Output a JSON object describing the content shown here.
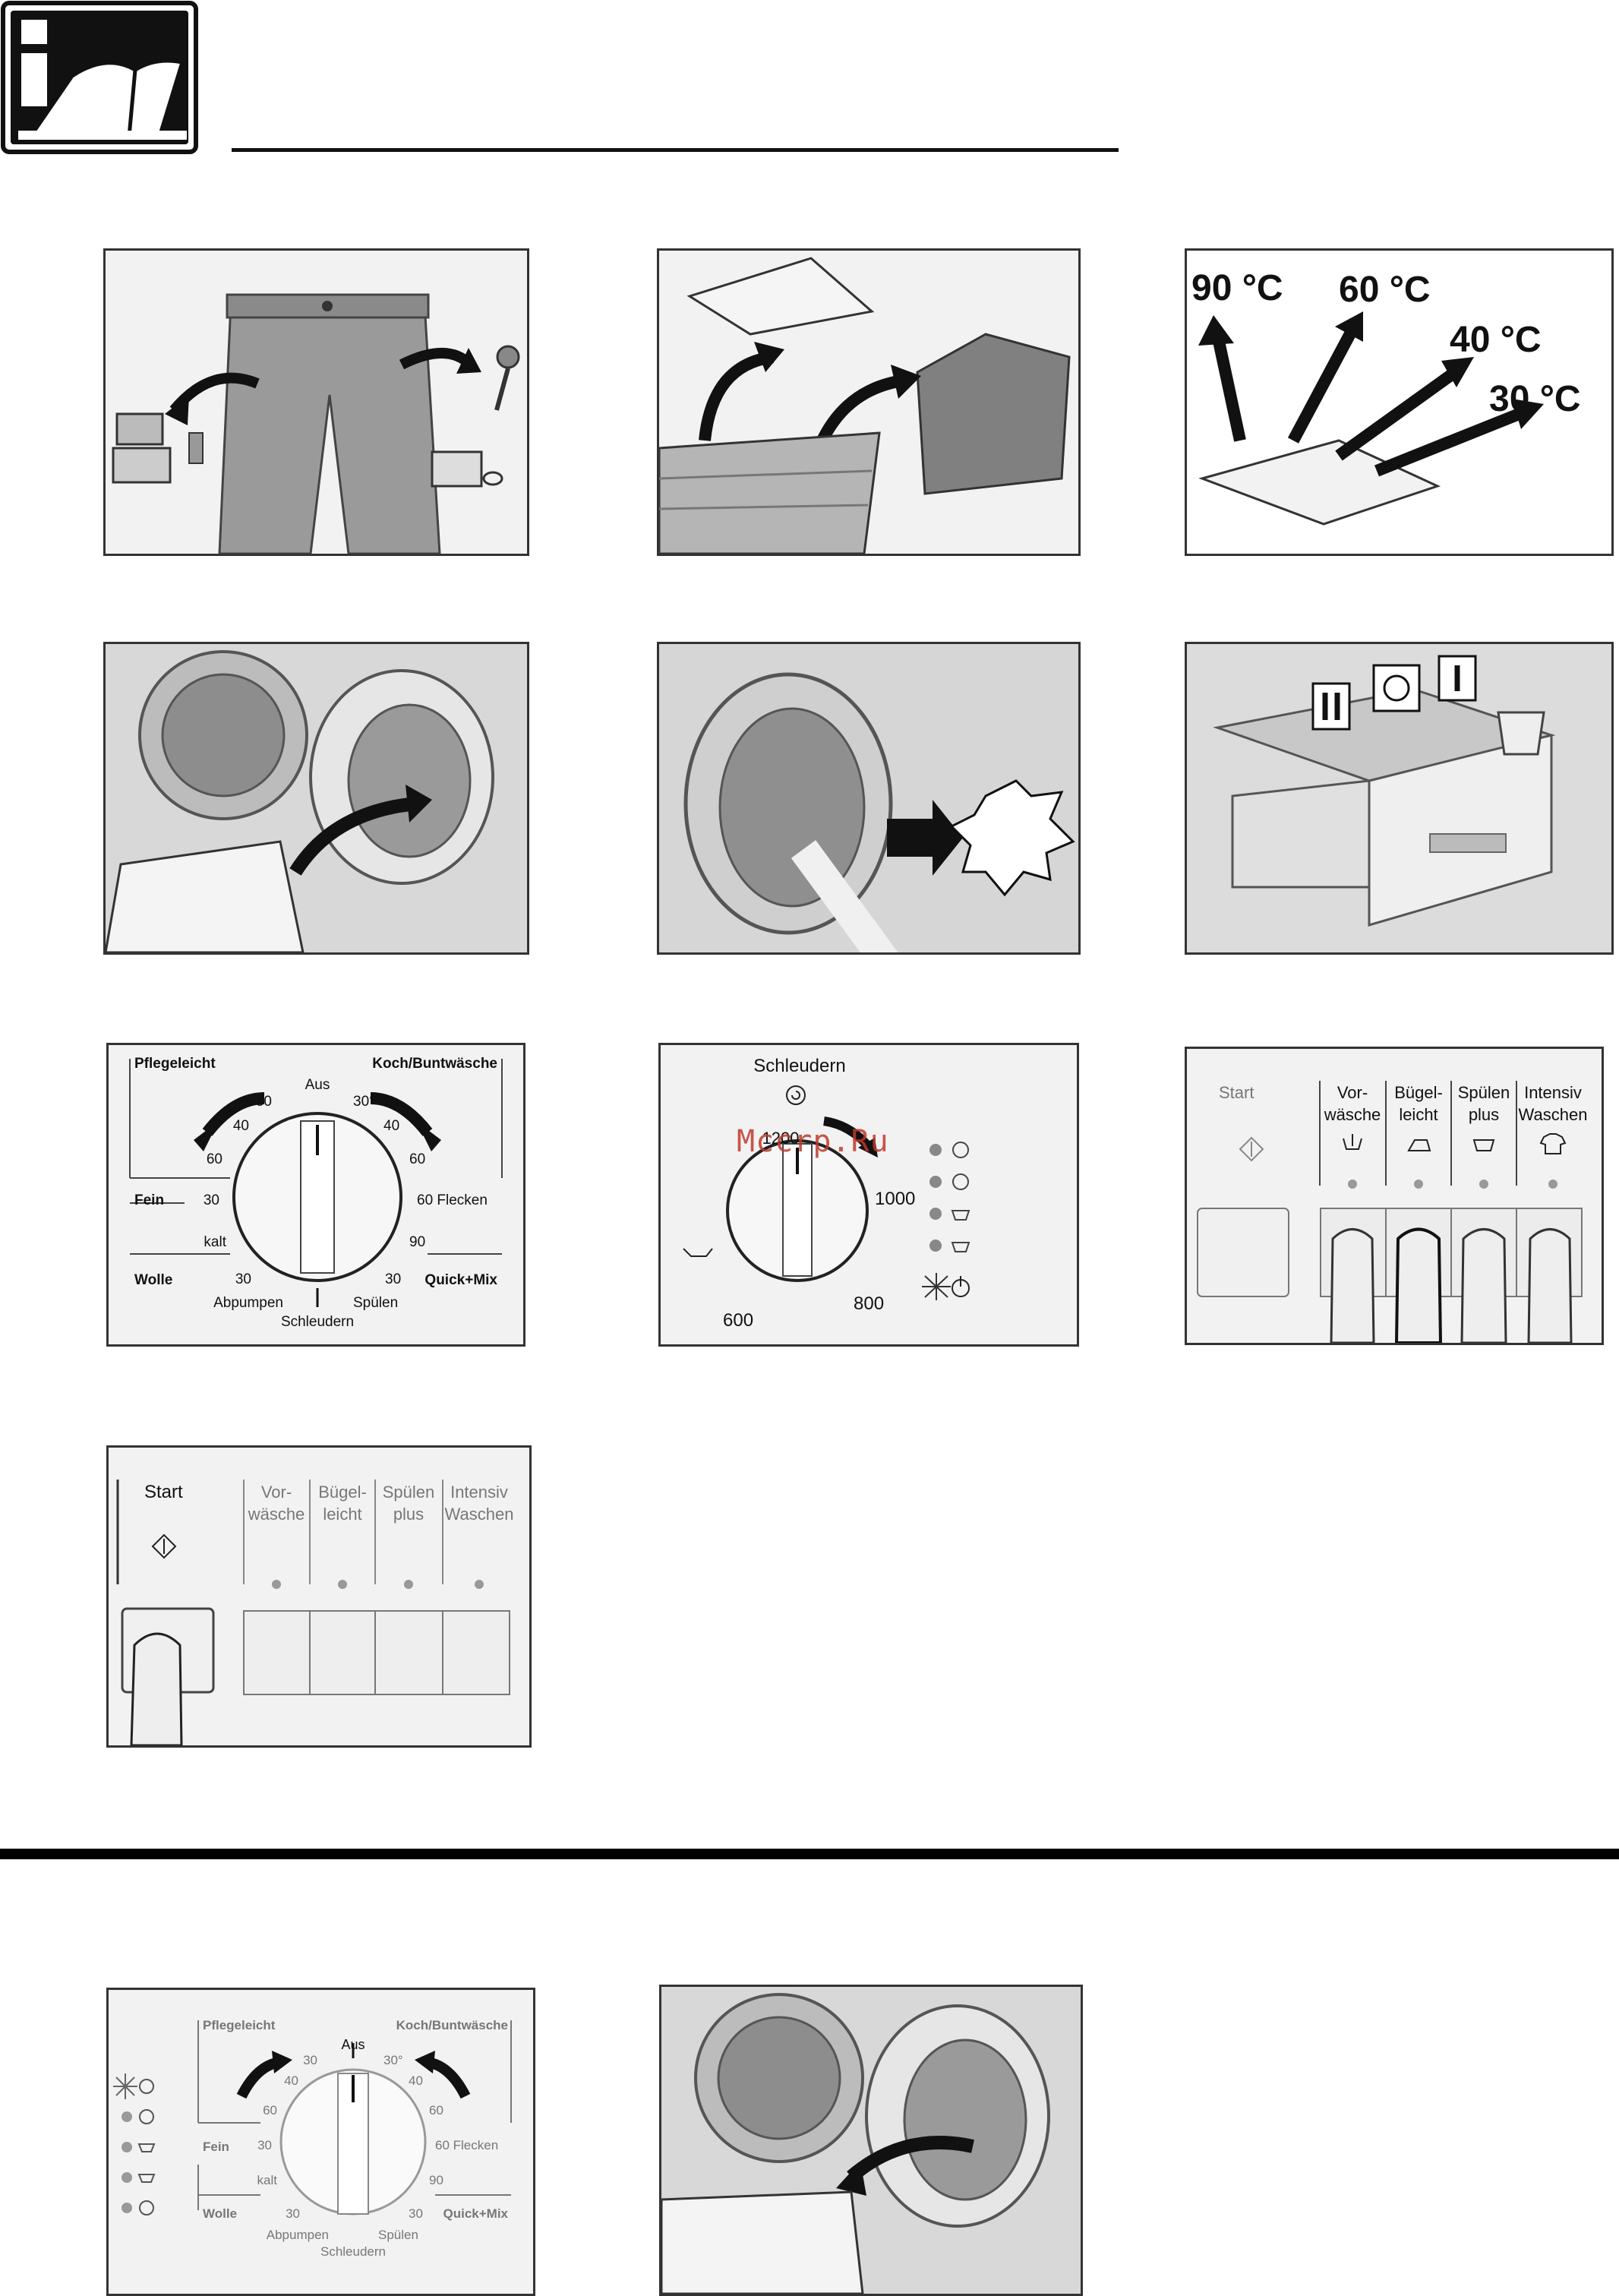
{
  "header": {
    "icon": "info-book-icon"
  },
  "temperatures": [
    "90 °C",
    "60 °C",
    "40 °C",
    "30 °C"
  ],
  "programme_dial": {
    "top_left": "Pflegeleicht",
    "top_right": "Koch/Buntwäsche",
    "off": "Aus",
    "left_labels": [
      "30",
      "40",
      "60",
      "30",
      "kalt",
      "30"
    ],
    "right_labels": [
      "30°",
      "40",
      "60",
      "60 Flecken",
      "90",
      "30"
    ],
    "fein": "Fein",
    "wolle": "Wolle",
    "quickmix": "Quick+Mix",
    "abpumpen": "Abpumpen",
    "spuelen": "Spülen",
    "schleudern": "Schleudern"
  },
  "spin_dial": {
    "title": "Schleudern",
    "speeds": [
      "1200",
      "1000",
      "800",
      "600"
    ]
  },
  "buttons_panel": {
    "start": "Start",
    "options": [
      {
        "l1": "Vor-",
        "l2": "wäsche",
        "icon": "prewash-icon"
      },
      {
        "l1": "Bügel-",
        "l2": "leicht",
        "icon": "iron-icon"
      },
      {
        "l1": "Spülen",
        "l2": "plus",
        "icon": "rinse-icon"
      },
      {
        "l1": "Intensiv",
        "l2": "Waschen",
        "icon": "shirt-icon"
      }
    ]
  },
  "watermark": "Mccrp.Ru"
}
